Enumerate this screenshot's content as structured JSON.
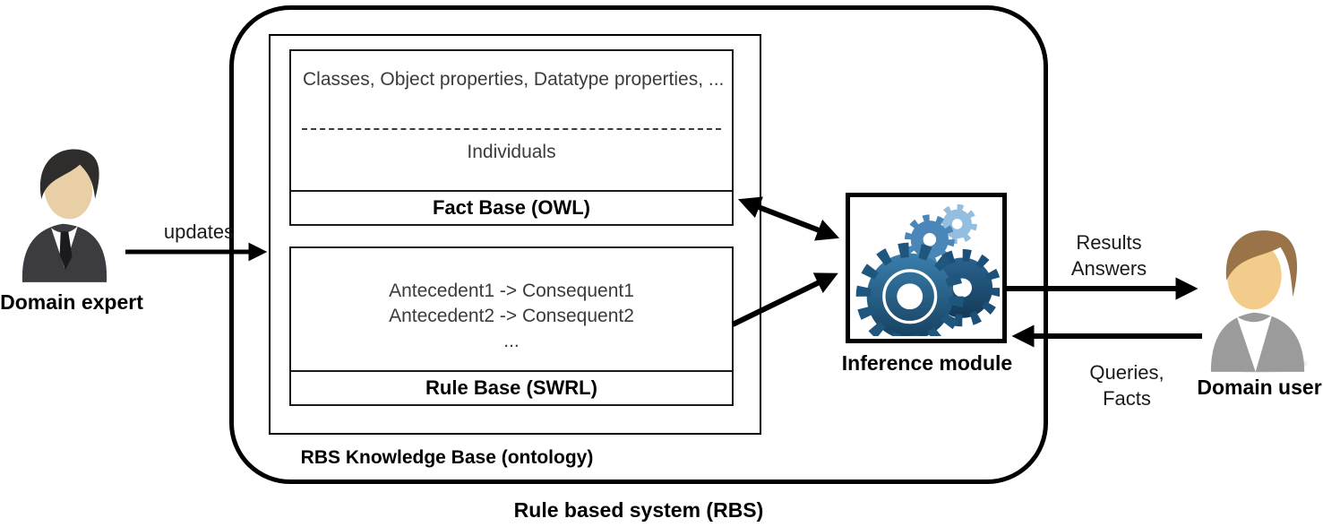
{
  "diagram": {
    "actors": {
      "expert": {
        "label": "Domain expert",
        "icon": "person-suit-icon"
      },
      "user": {
        "label": "Domain user",
        "icon": "person-gray-icon"
      }
    },
    "rbs": {
      "label": "Rule based system (RBS)",
      "knowledge_base": {
        "label": "RBS Knowledge Base (ontology)",
        "fact_base": {
          "line1": "Classes, Object properties, Datatype properties, ...",
          "line2": "Individuals",
          "footer": "Fact Base (OWL)"
        },
        "rule_base": {
          "line1": "Antecedent1 -> Consequent1",
          "line2": "Antecedent2 -> Consequent2",
          "line3": "...",
          "footer": "Rule Base (SWRL)"
        }
      }
    },
    "inference": {
      "label": "Inference module",
      "icon": "gears-icon"
    },
    "edges": {
      "updates": "updates",
      "results_line1": "Results",
      "results_line2": "Answers",
      "queries_line1": "Queries,",
      "queries_line2": "Facts"
    },
    "colors": {
      "line": "#000000",
      "gear_dark_top": "#3a7fae",
      "gear_dark_bottom": "#16405f",
      "gear_right_top": "#2a6390",
      "gear_right_bottom": "#143a57",
      "gear_mid": "#4a86b8",
      "gear_light": "#94bedf",
      "expert_suit": "#3c3b40",
      "expert_hair": "#2e2d2b",
      "expert_skin": "#e9cfa5",
      "user_suit": "#9b9b9b",
      "user_hair": "#9a7348",
      "user_skin": "#f3cb8b"
    }
  }
}
